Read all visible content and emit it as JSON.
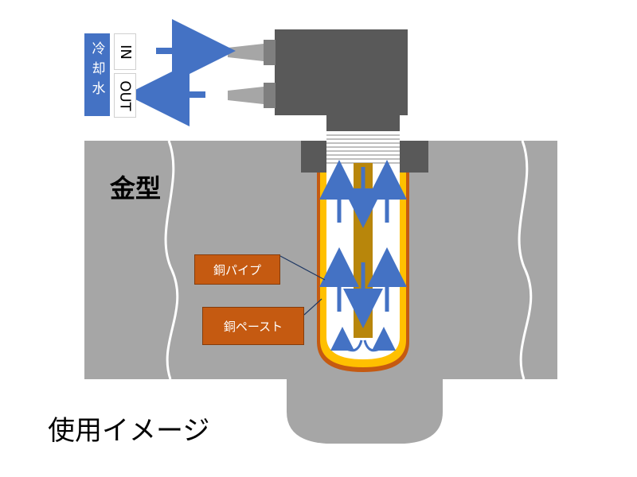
{
  "labels": {
    "cooling_water": "冷却水",
    "inlet": "IN",
    "outlet": "OUT",
    "mold": "金型",
    "copper_pipe": "銅パイプ",
    "copper_paste": "銅ペースト",
    "caption": "使用イメージ"
  },
  "colors": {
    "cooling_label": "#4472c4",
    "arrow": "#4472c4",
    "mold": "#a6a6a6",
    "block": "#595959",
    "copper_pipe": "#b8860b",
    "paste": "#ffc000",
    "outline": "#c55a11",
    "callout": "#c55a11"
  }
}
